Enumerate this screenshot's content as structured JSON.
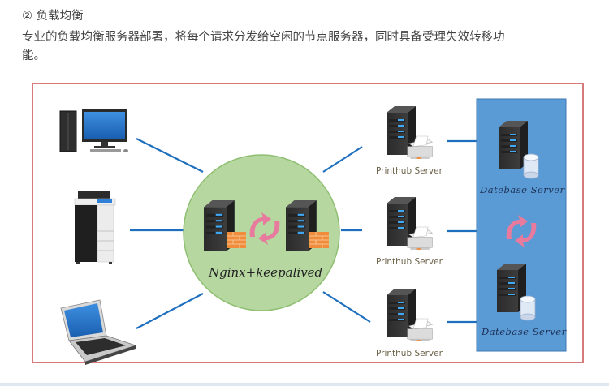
{
  "header": {
    "title": "② 负载均衡",
    "description": "专业的负载均衡服务器部署，将每个请求分发给空闲的节点服务器，同时具备受理失效转移功能。"
  },
  "diagram": {
    "clients": [
      {
        "name": "desktop-computer",
        "icon": "desktop-icon"
      },
      {
        "name": "multifunction-printer",
        "icon": "printer-copier-icon"
      },
      {
        "name": "laptop",
        "icon": "laptop-icon"
      }
    ],
    "load_balancer": {
      "label": "Nginx+keepalived",
      "icon": "server-firewall-icon",
      "sync_icon": "sync-arrows-icon"
    },
    "print_servers": [
      {
        "label": "Printhub Server"
      },
      {
        "label": "Printhub Server"
      },
      {
        "label": "Printhub Server"
      }
    ],
    "database_servers": [
      {
        "label": "Datebase Server"
      },
      {
        "label": "Datebase Server"
      }
    ],
    "colors": {
      "frame_border": "#d77a7a",
      "connector": "#1f6fbf",
      "cluster_fill": "#b6d7a0",
      "db_panel_fill": "#5b9bd5",
      "sync_arrow": "#e87a9e",
      "firewall": "#f08c3c"
    }
  }
}
